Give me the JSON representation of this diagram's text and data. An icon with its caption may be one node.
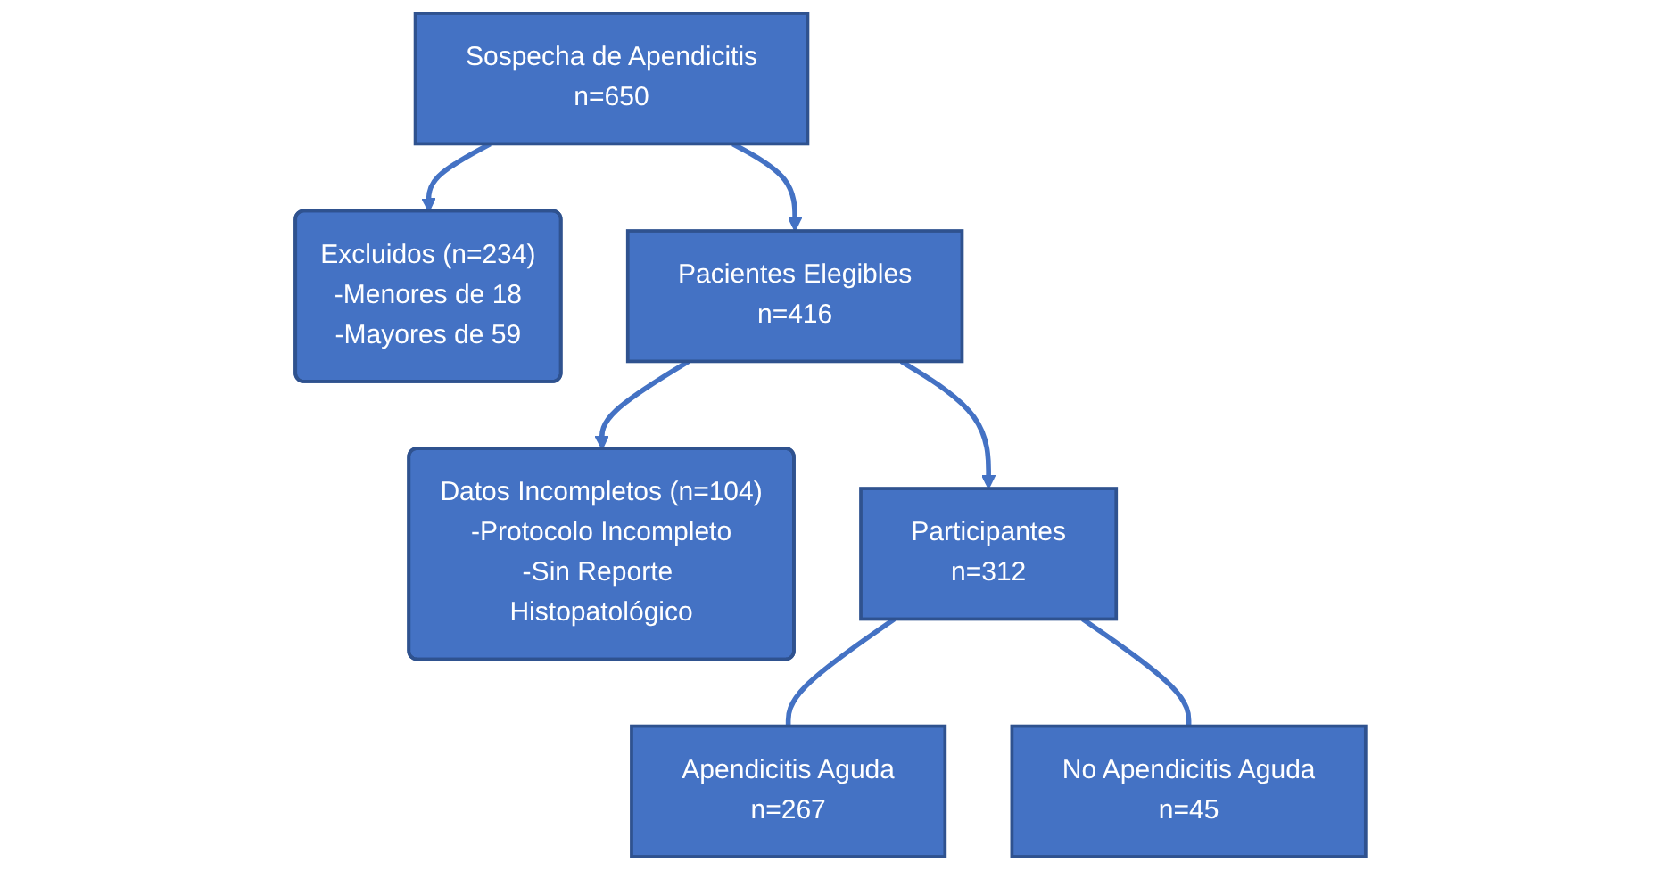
{
  "diagram": {
    "nodes": [
      {
        "text": [
          "Sospecha de Apendicitis",
          "n=650"
        ]
      },
      {
        "text": [
          "Excluidos (n=234)",
          "-Menores de 18",
          "-Mayores de 59"
        ]
      },
      {
        "text": [
          "Pacientes Elegibles",
          "n=416"
        ]
      },
      {
        "text": [
          "Datos Incompletos (n=104)",
          "-Protocolo Incompleto",
          "-Sin Reporte Histopatológico"
        ]
      },
      {
        "text": [
          "Participantes",
          "n=312"
        ]
      },
      {
        "text": [
          "Apendicitis Aguda",
          "n=267"
        ]
      },
      {
        "text": [
          "No Apendicitis Aguda",
          "n=45"
        ]
      }
    ],
    "edges": [
      {
        "from": 0,
        "to": 2,
        "arrow": "to"
      },
      {
        "from": 0,
        "to": 1,
        "arrow": "to"
      },
      {
        "from": 2,
        "to": 4,
        "arrow": "to"
      },
      {
        "from": 2,
        "to": 3,
        "arrow": "to"
      },
      {
        "from": 4,
        "to": 5,
        "arrow": "none"
      },
      {
        "from": 4,
        "to": 6,
        "arrow": "none"
      }
    ]
  }
}
